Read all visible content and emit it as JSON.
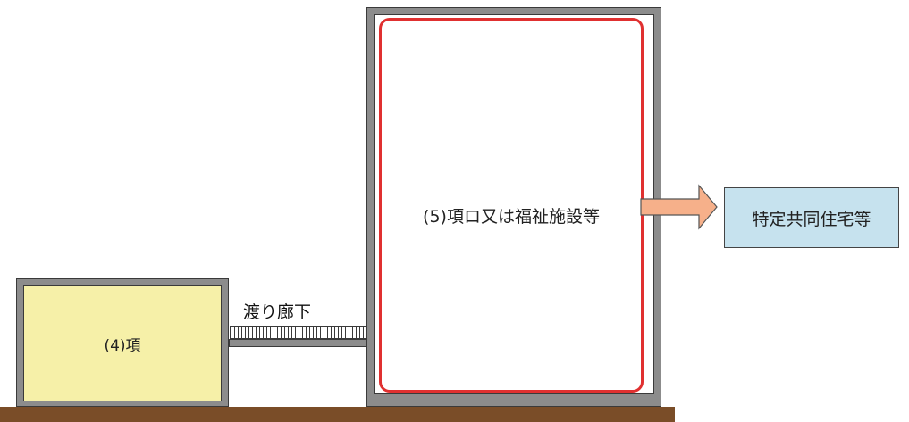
{
  "labels": {
    "building_4": "(4)項",
    "corridor": "渡り廊下",
    "building_5": "(5)項ロ又は福祉施設等",
    "target": "特定共同住宅等"
  },
  "colors": {
    "ground": "#7a4d28",
    "wall": "#8c8c8c",
    "building_4_fill": "#f6f0a8",
    "highlight_outline": "#e03030",
    "arrow_fill": "#f6b08a",
    "target_fill": "#c6e2ee"
  }
}
